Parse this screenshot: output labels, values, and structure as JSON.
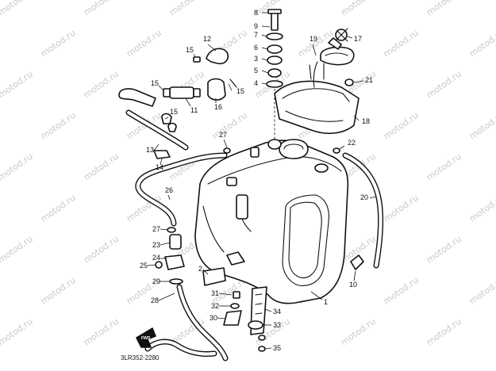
{
  "watermark": "motod.ru",
  "diagram_code": "3LR352-2280",
  "arrow_label": "FWD",
  "callouts": [
    "1",
    "2",
    "3",
    "4",
    "5",
    "6",
    "7",
    "8",
    "9",
    "10",
    "11",
    "12",
    "13",
    "14",
    "15",
    "15",
    "15",
    "15",
    "16",
    "17",
    "18",
    "19",
    "20",
    "21",
    "22",
    "23",
    "24",
    "25",
    "26",
    "27",
    "27",
    "28",
    "29",
    "30",
    "31",
    "32",
    "33",
    "34",
    "35"
  ]
}
